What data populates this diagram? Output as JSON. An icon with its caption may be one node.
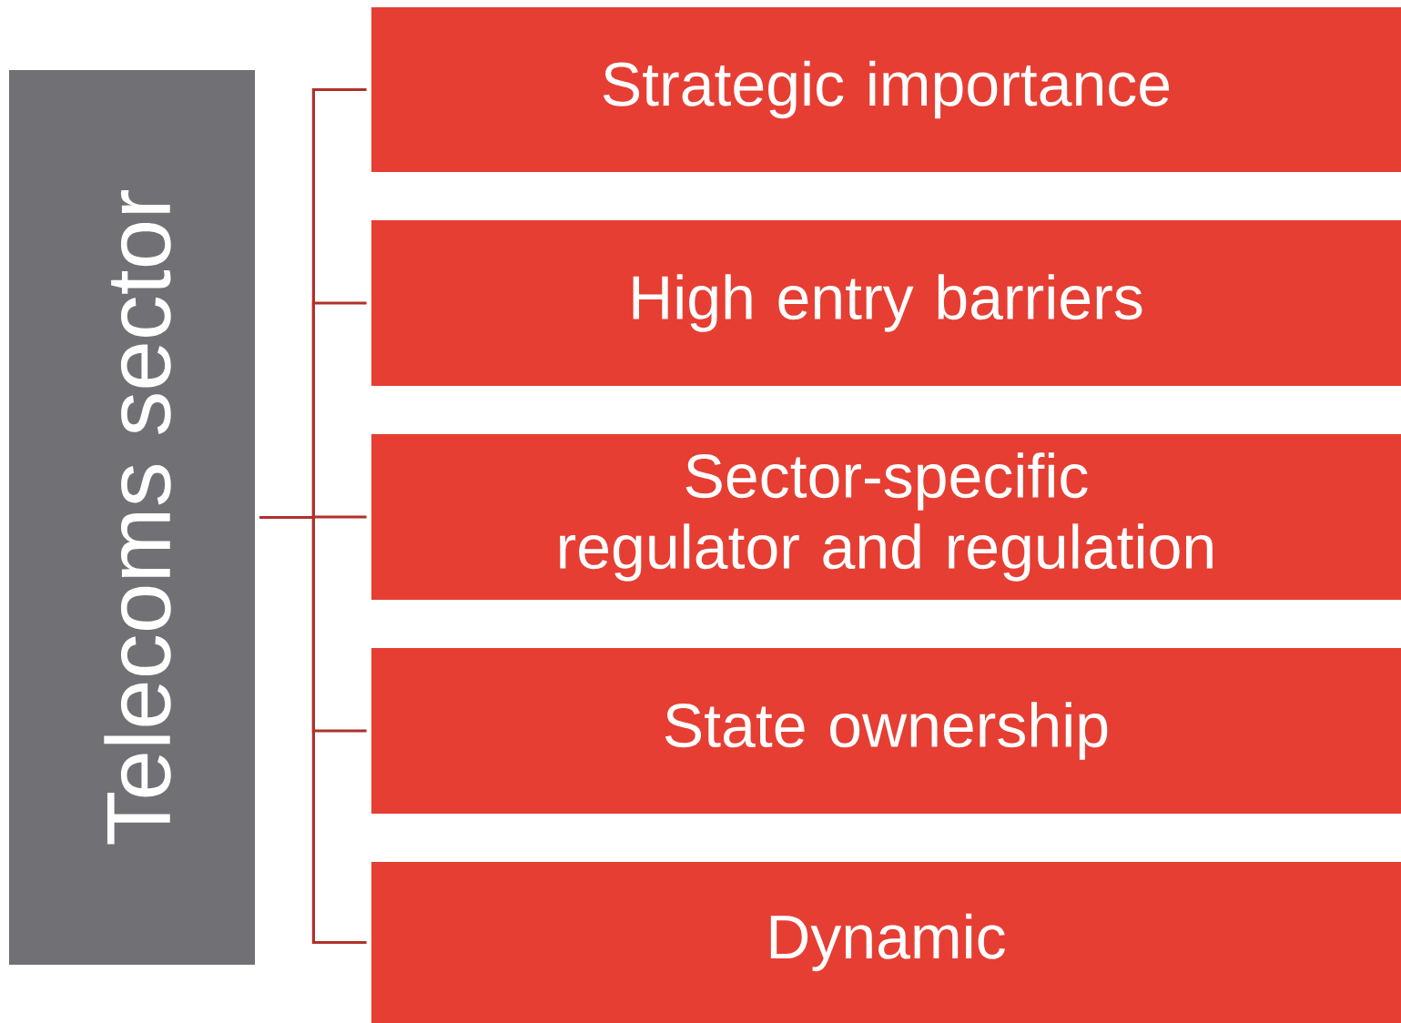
{
  "diagram": {
    "nodes": [
      {
        "text": [
          "Telecoms sector"
        ]
      },
      {
        "text": [
          "Strategic importance"
        ]
      },
      {
        "text": [
          "High entry barriers"
        ]
      },
      {
        "text": [
          "Sector-specific regulator and regulation"
        ]
      },
      {
        "text": [
          "State ownership"
        ]
      },
      {
        "text": [
          "Dynamic"
        ]
      }
    ],
    "edges": [
      {
        "from": 0,
        "to": 1,
        "arrow": "none"
      },
      {
        "from": 0,
        "to": 2,
        "arrow": "none"
      },
      {
        "from": 0,
        "to": 3,
        "arrow": "none"
      },
      {
        "from": 0,
        "to": 4,
        "arrow": "none"
      },
      {
        "from": 0,
        "to": 5,
        "arrow": "none"
      }
    ]
  }
}
